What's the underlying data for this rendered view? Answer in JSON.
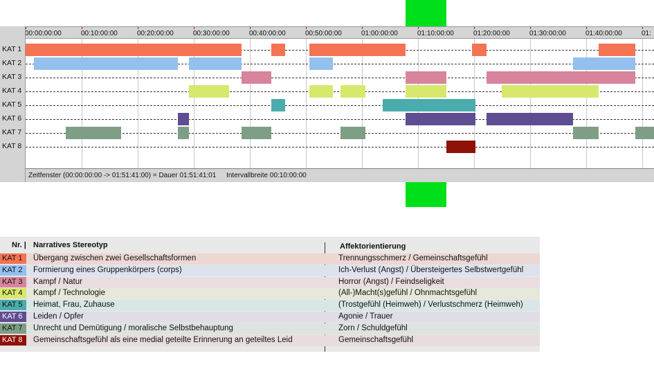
{
  "timeline": {
    "tick_labels": [
      "00:00:00:00",
      "00:10:00:00",
      "00:20:00:00",
      "00:30:00:00",
      "00:40:00:00",
      "00:50:00:00",
      "01:00:00:00",
      "01:10:00:00",
      "01:20:00:00",
      "01:30:00:00",
      "01:40:00:00",
      "01:"
    ],
    "rows": [
      {
        "label": "KAT 1",
        "color": "#f47352",
        "segments": [
          [
            0,
            38.5
          ],
          [
            43.8,
            46.3
          ],
          [
            50.6,
            67.8
          ],
          [
            79.6,
            82.2
          ],
          [
            102.2,
            108.8
          ]
        ]
      },
      {
        "label": "KAT 2",
        "color": "#94c0f0",
        "segments": [
          [
            1.5,
            27.1
          ],
          [
            29.1,
            38.5
          ],
          [
            50.6,
            54.8
          ],
          [
            97.7,
            108.8
          ]
        ]
      },
      {
        "label": "KAT 3",
        "color": "#d8849c",
        "segments": [
          [
            38.5,
            43.8
          ],
          [
            67.8,
            75.1
          ],
          [
            82.2,
            108.8
          ]
        ]
      },
      {
        "label": "KAT 4",
        "color": "#d8e86c",
        "segments": [
          [
            29.1,
            36.3
          ],
          [
            50.6,
            54.8
          ],
          [
            56.2,
            60.6
          ],
          [
            67.8,
            75.1
          ],
          [
            84.9,
            102.2
          ]
        ]
      },
      {
        "label": "KAT 5",
        "color": "#4aacac",
        "segments": [
          [
            43.8,
            46.3
          ],
          [
            63.7,
            80.2
          ]
        ]
      },
      {
        "label": "KAT 6",
        "color": "#5f4d92",
        "segments": [
          [
            27.1,
            29.1
          ],
          [
            67.8,
            80.2
          ],
          [
            82.2,
            97.7
          ]
        ]
      },
      {
        "label": "KAT 7",
        "color": "#7e9f86",
        "segments": [
          [
            7.1,
            17.0
          ],
          [
            27.1,
            29.1
          ],
          [
            38.5,
            43.8
          ],
          [
            56.2,
            60.6
          ],
          [
            97.7,
            102.2
          ],
          [
            108.8,
            112.5
          ]
        ]
      },
      {
        "label": "KAT 8",
        "color": "#8f1108",
        "segments": [
          [
            75.1,
            80.2
          ]
        ]
      }
    ],
    "footer_window": "Zeitfenster (00:00:00:00 -> 01:51:41:00) = Dauer 01:51:41:01",
    "footer_interval": "Intervallbreite 00:10:00:00"
  },
  "legend": {
    "header_nr": "Nr. |",
    "header_stereotyp": "Narratives Stereotyp",
    "header_affekt": "Affektorientierung",
    "rows": [
      {
        "code": "KAT 1",
        "color": "#f47352",
        "text": "Übergang zwischen zwei Gesellschaftsformen",
        "affekt": "Trennungsschmerz / Gemeinschaftsgefühl",
        "bg": "#ecd7d3"
      },
      {
        "code": "KAT 2",
        "color": "#94c0f0",
        "text": "Formierung eines Gruppenkörpers (corps)",
        "affekt": "Ich-Verlust (Angst) / Übersteigertes Selbstwertgefühl",
        "bg": "#dde3ec"
      },
      {
        "code": "KAT 3",
        "color": "#d8849c",
        "text": "Kampf / Natur",
        "affekt": "Horror (Angst) / Feindseligkeit",
        "bg": "#e9dde0"
      },
      {
        "code": "KAT 4",
        "color": "#d8e86c",
        "text": "Kampf / Technologie",
        "affekt": "(All-)Macht(s)gefühl / Ohnmachtsgefühl",
        "bg": "#e6e9d9"
      },
      {
        "code": "KAT 5",
        "color": "#4aacac",
        "text": "Heimat, Frau, Zuhause",
        "affekt": "(Trostgefühl (Heimweh) / Verlustschmerz (Heimweh)",
        "bg": "#d8e6e5"
      },
      {
        "code": "KAT 6",
        "color": "#5f4d92",
        "text": "Leiden / Opfer",
        "affekt": "Agonie / Trauer",
        "bg": "#e0dde7"
      },
      {
        "code": "KAT 7",
        "color": "#7e9f86",
        "text": "Unrecht und Demütigung / moralische Selbstbehauptung",
        "affekt": "Zorn / Schuldgefühl",
        "bg": "#dde3de"
      },
      {
        "code": "KAT 8",
        "color": "#8f1108",
        "text": "Gemeinschaftsgefühl als eine medial geteilte Erinnerung an geteiltes Leid",
        "affekt": "Gemeinschaftsgefühl",
        "bg": "#e8dcdc"
      }
    ]
  }
}
